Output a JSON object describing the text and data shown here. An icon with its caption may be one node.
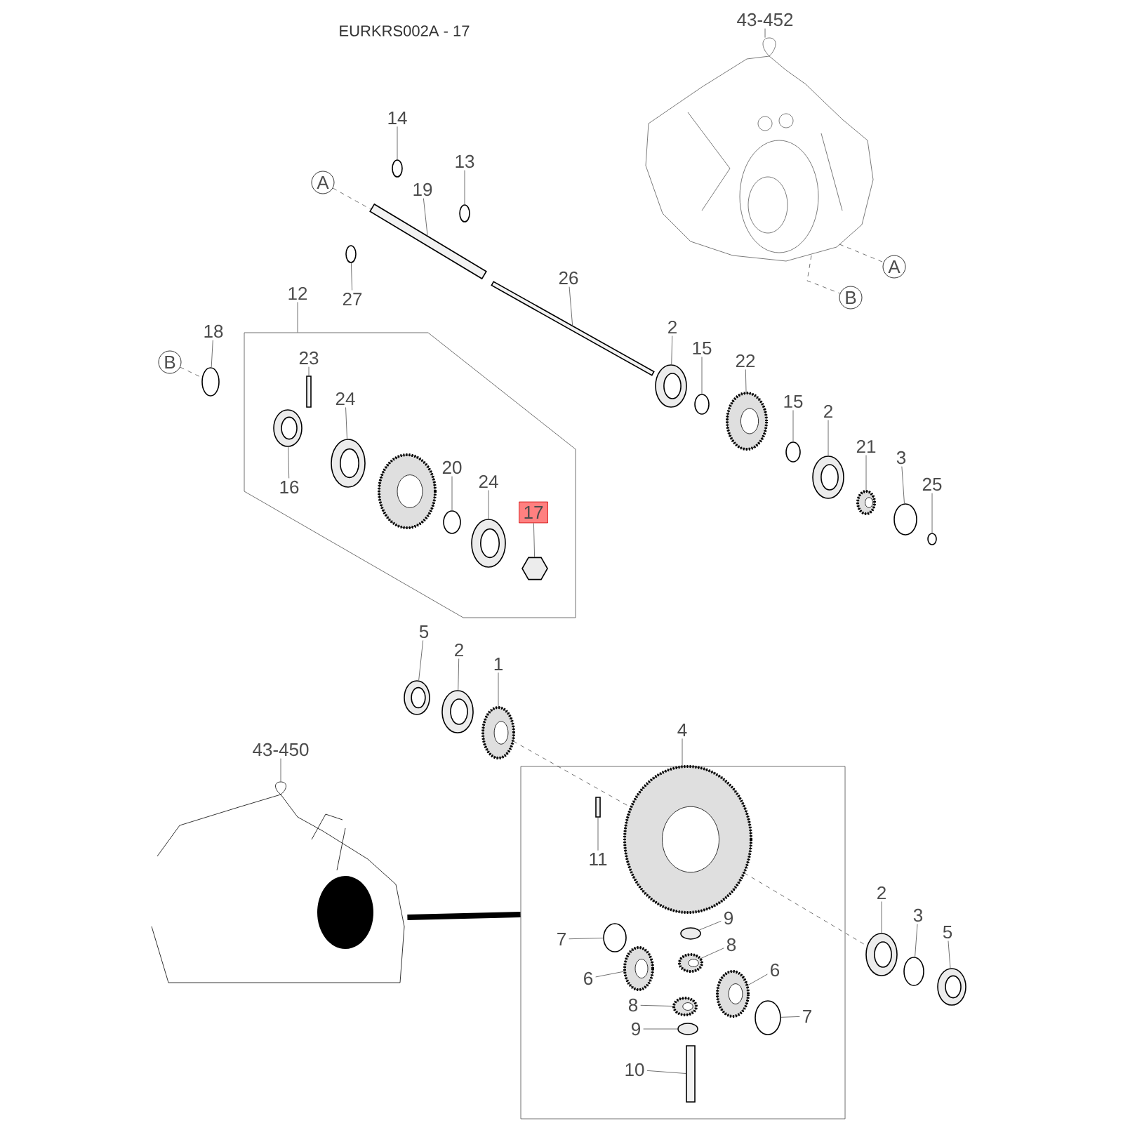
{
  "diagram": {
    "title": "EURKRS002A - 17",
    "nodes": [
      {
        "text": [],
        "shape": "picture"
      },
      {
        "text": [
          "43-452"
        ]
      },
      {
        "text": [
          "A"
        ]
      },
      {
        "text": [
          "B"
        ]
      },
      {
        "text": [
          "A"
        ]
      },
      {
        "text": [
          "14"
        ]
      },
      {
        "text": [
          "13"
        ]
      },
      {
        "text": [
          "19"
        ]
      },
      {
        "text": [
          "27"
        ]
      },
      {
        "text": [
          "26"
        ]
      },
      {
        "text": [
          "12"
        ]
      },
      {
        "text": [
          "B"
        ]
      },
      {
        "text": [
          "18"
        ]
      },
      {
        "text": [],
        "shape": "box"
      },
      {
        "text": [
          "23"
        ],
        "in": 13
      },
      {
        "text": [
          "24"
        ],
        "in": 13
      },
      {
        "text": [
          "16"
        ],
        "in": 13
      },
      {
        "text": [
          "20"
        ],
        "in": 13
      },
      {
        "text": [
          "24"
        ],
        "in": 13
      },
      {
        "text": [
          "17"
        ],
        "in": 13
      },
      {
        "text": [
          "2"
        ]
      },
      {
        "text": [
          "15"
        ]
      },
      {
        "text": [
          "22"
        ]
      },
      {
        "text": [
          "15"
        ]
      },
      {
        "text": [
          "2"
        ]
      },
      {
        "text": [
          "21"
        ]
      },
      {
        "text": [
          "3"
        ]
      },
      {
        "text": [
          "25"
        ]
      },
      {
        "text": [
          "5"
        ]
      },
      {
        "text": [
          "2"
        ]
      },
      {
        "text": [
          "1"
        ]
      },
      {
        "text": [
          "4"
        ]
      },
      {
        "text": [],
        "shape": "box"
      },
      {
        "text": [
          "11"
        ],
        "in": 32
      },
      {
        "text": [
          "7"
        ],
        "in": 32
      },
      {
        "text": [
          "9"
        ],
        "in": 32
      },
      {
        "text": [
          "6"
        ],
        "in": 32
      },
      {
        "text": [
          "8"
        ],
        "in": 32
      },
      {
        "text": [
          "6"
        ],
        "in": 32
      },
      {
        "text": [
          "8"
        ],
        "in": 32
      },
      {
        "text": [
          "9"
        ],
        "in": 32
      },
      {
        "text": [
          "7"
        ],
        "in": 32
      },
      {
        "text": [
          "10"
        ],
        "in": 32
      },
      {
        "text": [
          "43-450"
        ]
      },
      {
        "text": [],
        "shape": "picture"
      },
      {
        "text": [
          "2"
        ]
      },
      {
        "text": [
          "3"
        ]
      },
      {
        "text": [
          "5"
        ]
      },
      {
        "text": [],
        "shape": "ring"
      },
      {
        "text": [],
        "shape": "ring"
      },
      {
        "text": [],
        "shape": "shaft"
      },
      {
        "text": [],
        "shape": "ring"
      },
      {
        "text": [],
        "shape": "shaft"
      },
      {
        "text": [],
        "shape": "ring"
      },
      {
        "text": [],
        "shape": "pin",
        "in": 13
      },
      {
        "text": [],
        "shape": "sleeve",
        "in": 13
      },
      {
        "text": [],
        "shape": "bearing",
        "in": 13
      },
      {
        "text": [],
        "shape": "gear",
        "in": 13
      },
      {
        "text": [],
        "shape": "ring",
        "in": 13
      },
      {
        "text": [],
        "shape": "bearing",
        "in": 13
      },
      {
        "text": [],
        "shape": "nut",
        "in": 13
      },
      {
        "text": [],
        "shape": "bearing"
      },
      {
        "text": [],
        "shape": "ring"
      },
      {
        "text": [],
        "shape": "gear"
      },
      {
        "text": [],
        "shape": "ring"
      },
      {
        "text": [],
        "shape": "bearing"
      },
      {
        "text": [],
        "shape": "gear"
      },
      {
        "text": [],
        "shape": "ring"
      },
      {
        "text": [],
        "shape": "ring"
      },
      {
        "text": [],
        "shape": "bearing"
      },
      {
        "text": [],
        "shape": "bearing"
      },
      {
        "text": [],
        "shape": "gear"
      },
      {
        "text": [],
        "shape": "gear",
        "in": 32
      },
      {
        "text": [],
        "shape": "pin",
        "in": 32
      },
      {
        "text": [],
        "shape": "ring",
        "in": 32
      },
      {
        "text": [],
        "shape": "washer",
        "in": 32
      },
      {
        "text": [],
        "shape": "gear",
        "in": 32
      },
      {
        "text": [],
        "shape": "gear",
        "in": 32
      },
      {
        "text": [],
        "shape": "gear",
        "in": 32
      },
      {
        "text": [],
        "shape": "gear",
        "in": 32
      },
      {
        "text": [],
        "shape": "washer",
        "in": 32
      },
      {
        "text": [],
        "shape": "ring",
        "in": 32
      },
      {
        "text": [],
        "shape": "pin",
        "in": 32
      },
      {
        "text": [],
        "shape": "bearing"
      },
      {
        "text": [],
        "shape": "ring"
      },
      {
        "text": [],
        "shape": "bearing"
      }
    ],
    "edges": [
      {
        "from": 1,
        "to": 0,
        "arrow": "none"
      },
      {
        "from": 0,
        "to": 2,
        "arrow": "none",
        "style": "dashed"
      },
      {
        "from": 0,
        "to": 3,
        "arrow": "none",
        "style": "dashed"
      },
      {
        "from": 4,
        "to": 50,
        "arrow": "none",
        "style": "dashed"
      },
      {
        "from": 5,
        "to": 48,
        "arrow": "none"
      },
      {
        "from": 6,
        "to": 49,
        "arrow": "none"
      },
      {
        "from": 7,
        "to": 50,
        "arrow": "none"
      },
      {
        "from": 8,
        "to": 51,
        "arrow": "none"
      },
      {
        "from": 9,
        "to": 52,
        "arrow": "none"
      },
      {
        "from": 10,
        "to": 13,
        "arrow": "none"
      },
      {
        "from": 11,
        "to": 53,
        "arrow": "none",
        "style": "dashed"
      },
      {
        "from": 12,
        "to": 53,
        "arrow": "none"
      },
      {
        "from": 14,
        "to": 54,
        "arrow": "none"
      },
      {
        "from": 15,
        "to": 56,
        "arrow": "none"
      },
      {
        "from": 16,
        "to": 55,
        "arrow": "none"
      },
      {
        "from": 17,
        "to": 58,
        "arrow": "none"
      },
      {
        "from": 18,
        "to": 59,
        "arrow": "none"
      },
      {
        "from": 19,
        "to": 60,
        "arrow": "none"
      },
      {
        "from": 20,
        "to": 61,
        "arrow": "none"
      },
      {
        "from": 21,
        "to": 62,
        "arrow": "none"
      },
      {
        "from": 22,
        "to": 63,
        "arrow": "none"
      },
      {
        "from": 23,
        "to": 64,
        "arrow": "none"
      },
      {
        "from": 24,
        "to": 65,
        "arrow": "none"
      },
      {
        "from": 25,
        "to": 66,
        "arrow": "none"
      },
      {
        "from": 26,
        "to": 67,
        "arrow": "none"
      },
      {
        "from": 27,
        "to": 68,
        "arrow": "none"
      },
      {
        "from": 28,
        "to": 69,
        "arrow": "none"
      },
      {
        "from": 29,
        "to": 70,
        "arrow": "none"
      },
      {
        "from": 30,
        "to": 71,
        "arrow": "none"
      },
      {
        "from": 31,
        "to": 32,
        "arrow": "none"
      },
      {
        "from": 33,
        "to": 73,
        "arrow": "none"
      },
      {
        "from": 34,
        "to": 74,
        "arrow": "none"
      },
      {
        "from": 35,
        "to": 75,
        "arrow": "none"
      },
      {
        "from": 36,
        "to": 76,
        "arrow": "none"
      },
      {
        "from": 37,
        "to": 77,
        "arrow": "none"
      },
      {
        "from": 38,
        "to": 78,
        "arrow": "none"
      },
      {
        "from": 39,
        "to": 79,
        "arrow": "none"
      },
      {
        "from": 40,
        "to": 80,
        "arrow": "none"
      },
      {
        "from": 41,
        "to": 81,
        "arrow": "none"
      },
      {
        "from": 42,
        "to": 82,
        "arrow": "none"
      },
      {
        "from": 43,
        "to": 44,
        "arrow": "none"
      },
      {
        "from": 44,
        "to": 32,
        "arrow": "none",
        "style": "thick"
      },
      {
        "from": 71,
        "to": 72,
        "arrow": "none",
        "style": "dashed"
      },
      {
        "from": 72,
        "to": 83,
        "arrow": "none",
        "style": "dashed"
      },
      {
        "from": 45,
        "to": 83,
        "arrow": "none"
      },
      {
        "from": 46,
        "to": 84,
        "arrow": "none"
      },
      {
        "from": 47,
        "to": 85,
        "arrow": "none"
      }
    ]
  }
}
